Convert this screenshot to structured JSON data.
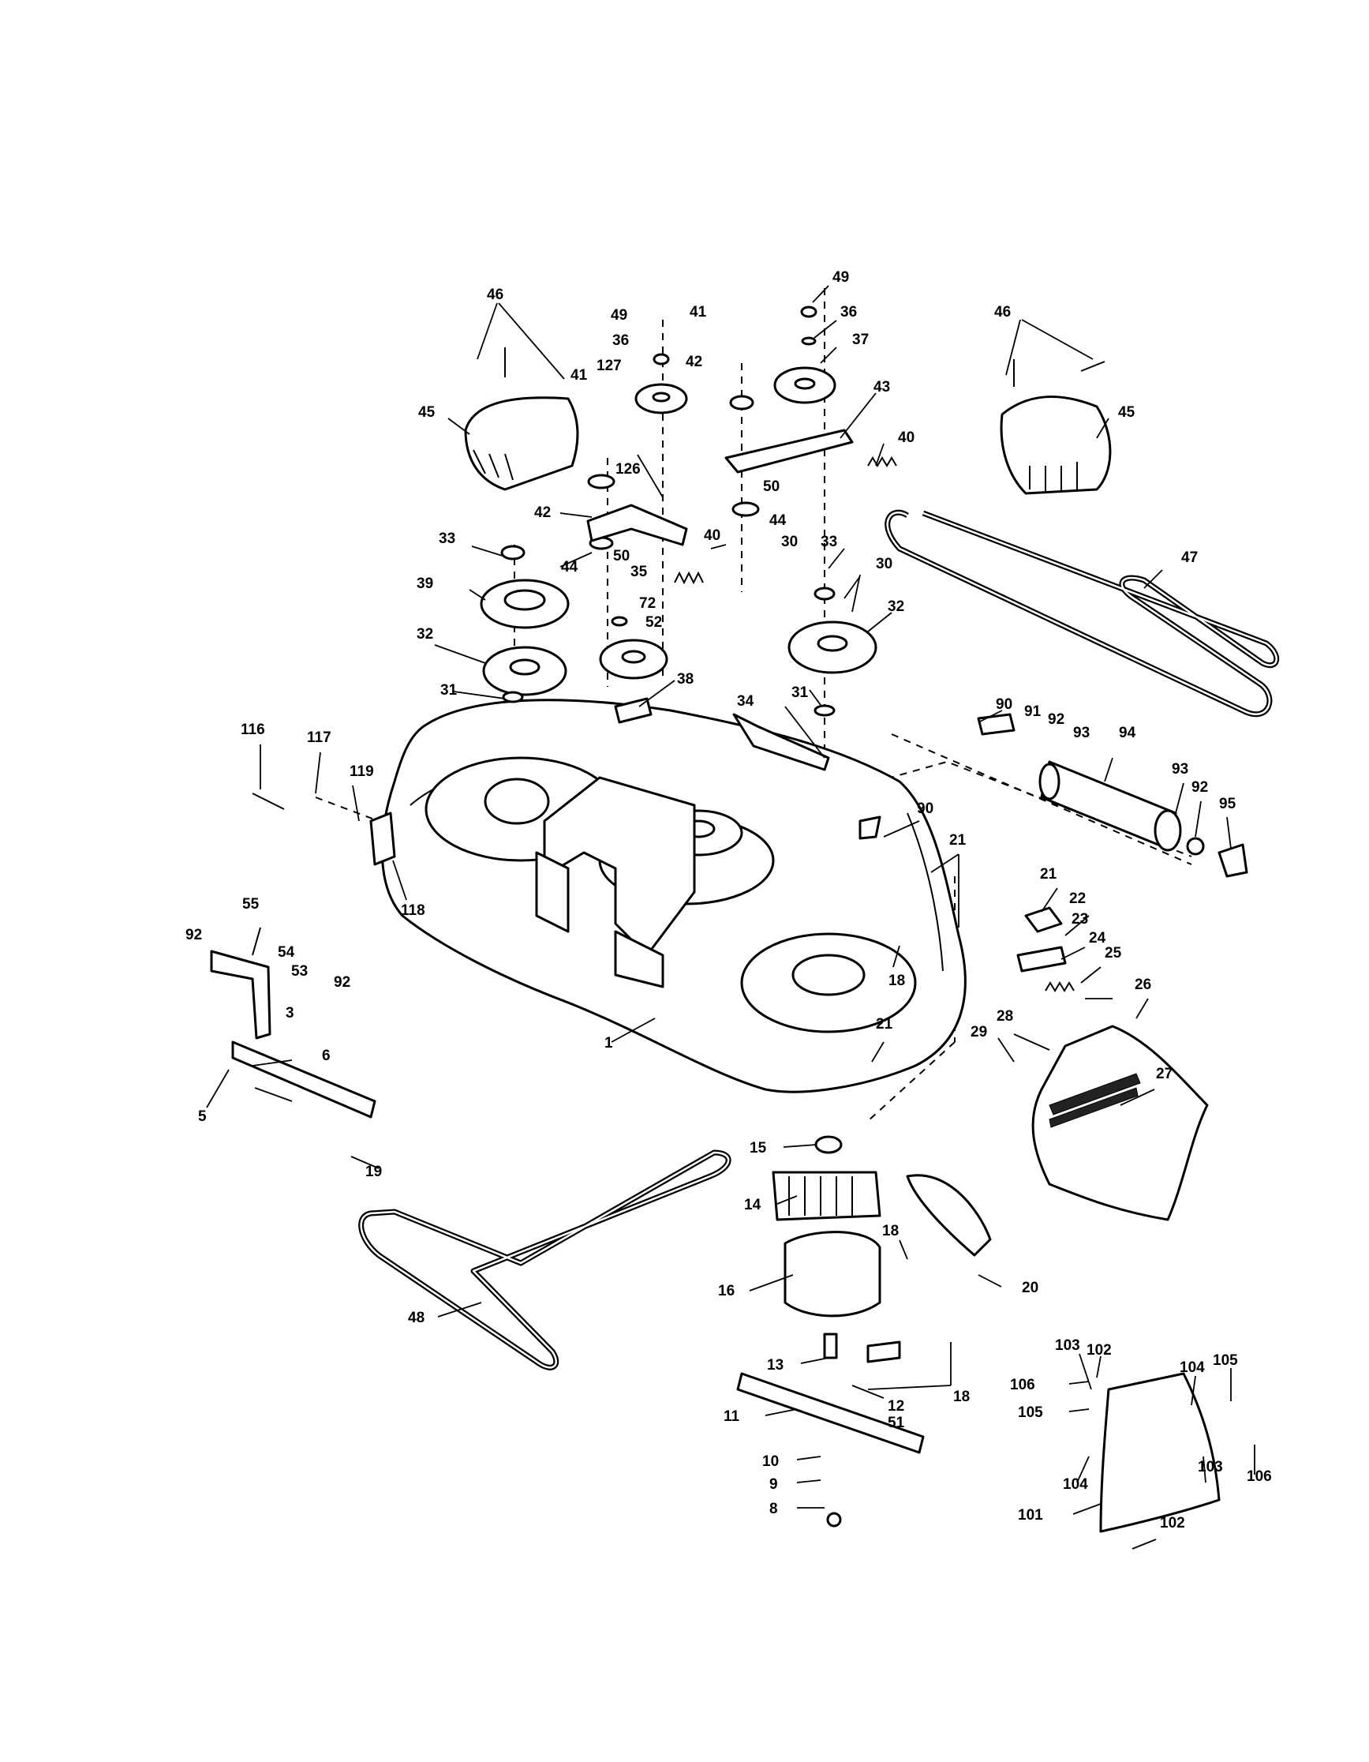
{
  "diagram": {
    "callouts": [
      {
        "id": "c46a",
        "text": "46"
      },
      {
        "id": "c49a",
        "text": "49"
      },
      {
        "id": "c41a",
        "text": "41"
      },
      {
        "id": "c49b",
        "text": "49"
      },
      {
        "id": "c36a",
        "text": "36"
      },
      {
        "id": "c36b",
        "text": "36"
      },
      {
        "id": "c37",
        "text": "37"
      },
      {
        "id": "c127",
        "text": "127"
      },
      {
        "id": "c42a",
        "text": "42"
      },
      {
        "id": "c46b",
        "text": "46"
      },
      {
        "id": "c45a",
        "text": "45"
      },
      {
        "id": "c45b",
        "text": "45"
      },
      {
        "id": "c41b",
        "text": "41"
      },
      {
        "id": "c43",
        "text": "43"
      },
      {
        "id": "c126",
        "text": "126"
      },
      {
        "id": "c40a",
        "text": "40"
      },
      {
        "id": "c50a",
        "text": "50"
      },
      {
        "id": "c42b",
        "text": "42"
      },
      {
        "id": "c44a",
        "text": "44"
      },
      {
        "id": "c33a",
        "text": "33"
      },
      {
        "id": "c40b",
        "text": "40"
      },
      {
        "id": "c50b",
        "text": "50"
      },
      {
        "id": "c30a",
        "text": "30"
      },
      {
        "id": "c33b",
        "text": "33"
      },
      {
        "id": "c47",
        "text": "47"
      },
      {
        "id": "c44b",
        "text": "44"
      },
      {
        "id": "c30b",
        "text": "30"
      },
      {
        "id": "c35",
        "text": "35"
      },
      {
        "id": "c39",
        "text": "39"
      },
      {
        "id": "c72",
        "text": "72"
      },
      {
        "id": "c52",
        "text": "52"
      },
      {
        "id": "c32a",
        "text": "32"
      },
      {
        "id": "c32b",
        "text": "32"
      },
      {
        "id": "c31a",
        "text": "31"
      },
      {
        "id": "c38",
        "text": "38"
      },
      {
        "id": "c31b",
        "text": "31"
      },
      {
        "id": "c34",
        "text": "34"
      },
      {
        "id": "c90a",
        "text": "90"
      },
      {
        "id": "c91",
        "text": "91"
      },
      {
        "id": "c92a",
        "text": "92"
      },
      {
        "id": "c93a",
        "text": "93"
      },
      {
        "id": "c94",
        "text": "94"
      },
      {
        "id": "c116",
        "text": "116"
      },
      {
        "id": "c117",
        "text": "117"
      },
      {
        "id": "c119",
        "text": "119"
      },
      {
        "id": "c93b",
        "text": "93"
      },
      {
        "id": "c92b",
        "text": "92"
      },
      {
        "id": "c90b",
        "text": "90"
      },
      {
        "id": "c95",
        "text": "95"
      },
      {
        "id": "c21a",
        "text": "21"
      },
      {
        "id": "c118",
        "text": "118"
      },
      {
        "id": "c21b",
        "text": "21"
      },
      {
        "id": "c22",
        "text": "22"
      },
      {
        "id": "c55",
        "text": "55"
      },
      {
        "id": "c23",
        "text": "23"
      },
      {
        "id": "c24",
        "text": "24"
      },
      {
        "id": "c92c",
        "text": "92"
      },
      {
        "id": "c54",
        "text": "54"
      },
      {
        "id": "c25",
        "text": "25"
      },
      {
        "id": "c53",
        "text": "53"
      },
      {
        "id": "c92d",
        "text": "92"
      },
      {
        "id": "c18a",
        "text": "18"
      },
      {
        "id": "c26",
        "text": "26"
      },
      {
        "id": "c3",
        "text": "3"
      },
      {
        "id": "c28",
        "text": "28"
      },
      {
        "id": "c21c",
        "text": "21"
      },
      {
        "id": "c29",
        "text": "29"
      },
      {
        "id": "c1",
        "text": "1"
      },
      {
        "id": "c6",
        "text": "6"
      },
      {
        "id": "c27",
        "text": "27"
      },
      {
        "id": "c5",
        "text": "5"
      },
      {
        "id": "c15",
        "text": "15"
      },
      {
        "id": "c19",
        "text": "19"
      },
      {
        "id": "c14",
        "text": "14"
      },
      {
        "id": "c18b",
        "text": "18"
      },
      {
        "id": "c16",
        "text": "16"
      },
      {
        "id": "c20",
        "text": "20"
      },
      {
        "id": "c48",
        "text": "48"
      },
      {
        "id": "c103a",
        "text": "103"
      },
      {
        "id": "c102a",
        "text": "102"
      },
      {
        "id": "c104a",
        "text": "104"
      },
      {
        "id": "c105a",
        "text": "105"
      },
      {
        "id": "c13",
        "text": "13"
      },
      {
        "id": "c106a",
        "text": "106"
      },
      {
        "id": "c18c",
        "text": "18"
      },
      {
        "id": "c12",
        "text": "12"
      },
      {
        "id": "c105b",
        "text": "105"
      },
      {
        "id": "c11",
        "text": "11"
      },
      {
        "id": "c51",
        "text": "51"
      },
      {
        "id": "c103b",
        "text": "103"
      },
      {
        "id": "c106b",
        "text": "106"
      },
      {
        "id": "c104b",
        "text": "104"
      },
      {
        "id": "c10",
        "text": "10"
      },
      {
        "id": "c9",
        "text": "9"
      },
      {
        "id": "c101",
        "text": "101"
      },
      {
        "id": "c8",
        "text": "8"
      },
      {
        "id": "c102b",
        "text": "102"
      }
    ]
  }
}
